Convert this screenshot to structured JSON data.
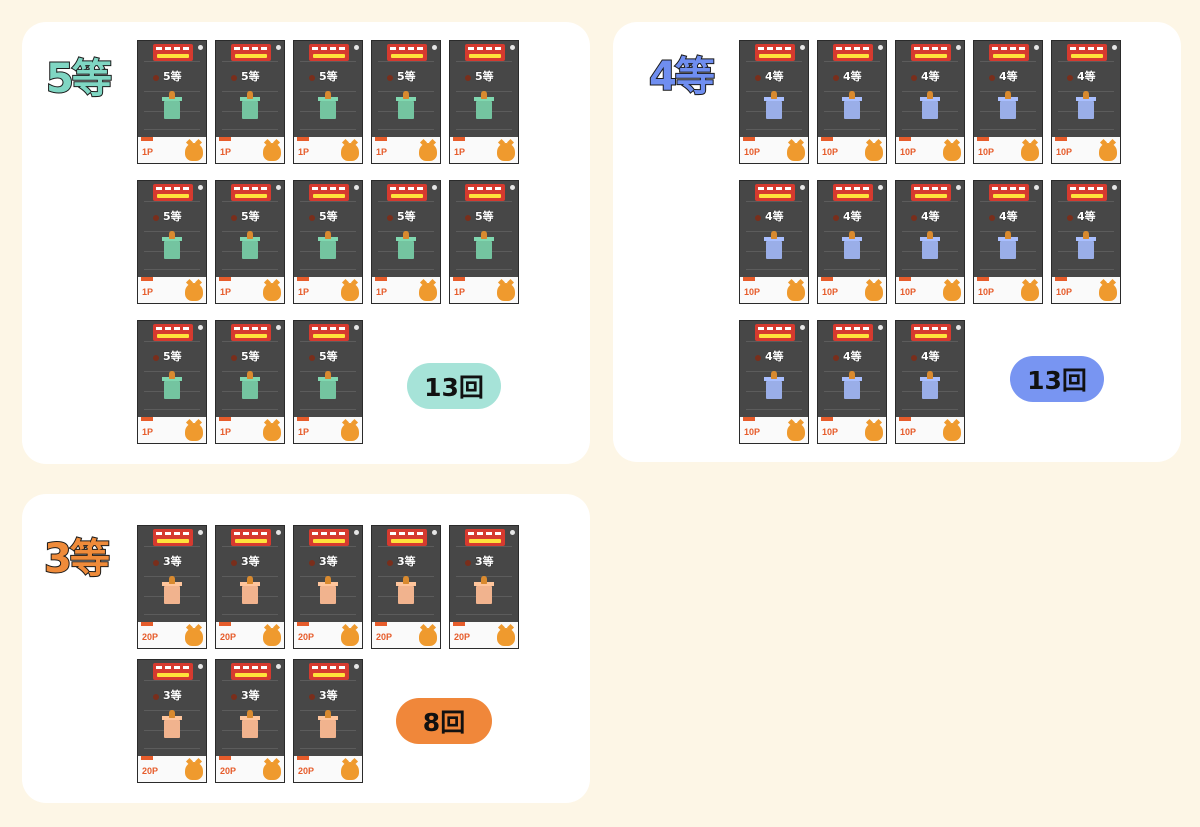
{
  "panels": [
    {
      "id": "rank5",
      "rank_label": "5等",
      "rank_color": "#7fd6c3",
      "count_label": "13回",
      "count_color": "#a6e3d8",
      "box_color": "#74c4a0",
      "mini_label": "5等",
      "points_label": "1P",
      "thumb_count": 13
    },
    {
      "id": "rank4",
      "rank_label": "4等",
      "rank_color": "#6f8ef0",
      "count_label": "13回",
      "count_color": "#7895f2",
      "box_color": "#9aaee8",
      "mini_label": "4等",
      "points_label": "10P",
      "thumb_count": 13
    },
    {
      "id": "rank3",
      "rank_label": "3等",
      "rank_color": "#ef8b3a",
      "count_label": "8回",
      "count_color": "#f0873a",
      "box_color": "#f1b38e",
      "mini_label": "3等",
      "points_label": "20P",
      "thumb_count": 8
    }
  ]
}
